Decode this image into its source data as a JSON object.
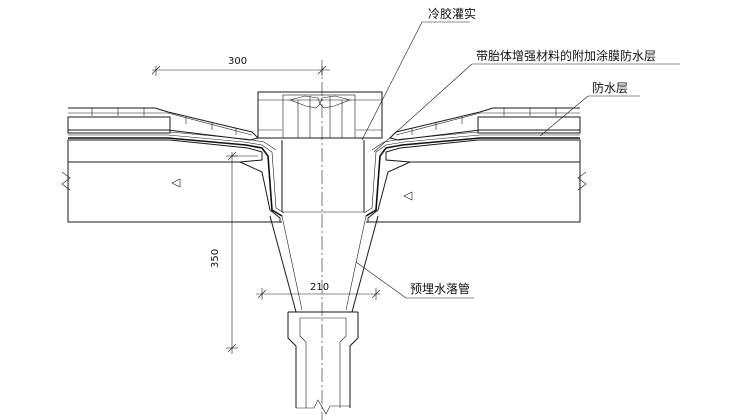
{
  "labels": {
    "cold_glue_fill": "冷胶灌实",
    "reinforced_membrane": "带胎体增强材料的附加涂膜防水层",
    "waterproof_layer": "防水层",
    "embedded_downpipe": "预埋水落管"
  },
  "dimensions": {
    "width_top": "300",
    "height_side": "350",
    "pipe_width": "210"
  }
}
